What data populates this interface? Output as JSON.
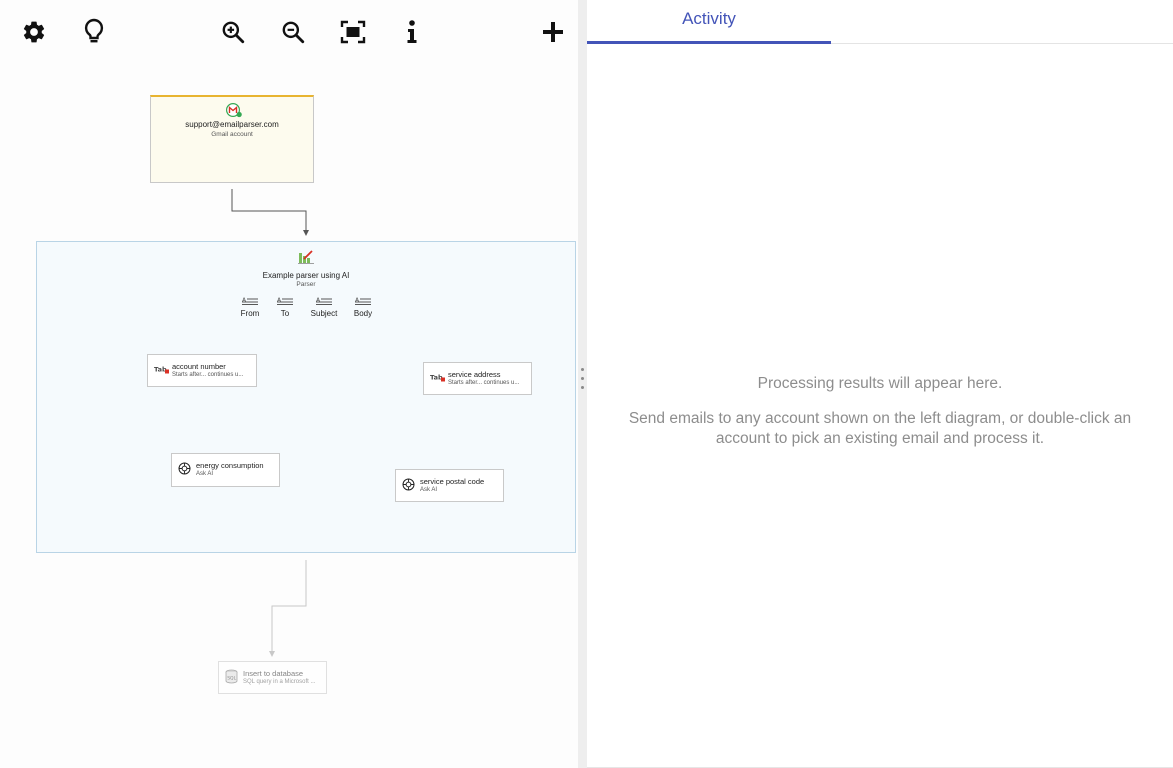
{
  "toolbar": {
    "icons": [
      "gear-icon",
      "lightbulb-icon",
      "zoom-in-icon",
      "zoom-out-icon",
      "fit-to-screen-icon",
      "info-icon",
      "plus-icon"
    ]
  },
  "diagram": {
    "email_account": {
      "title": "support@emailparser.com",
      "subtitle": "Gmail account",
      "icon": "gmail-icon"
    },
    "parser": {
      "title": "Example parser using AI",
      "subtitle": "Parser",
      "icon": "parser-icon",
      "fields": [
        {
          "label": "From"
        },
        {
          "label": "To"
        },
        {
          "label": "Subject"
        },
        {
          "label": "Body"
        }
      ],
      "rules": {
        "account_number": {
          "title": "account number",
          "subtitle": "Starts after... continues u...",
          "icon": "text-capture-icon"
        },
        "service_address": {
          "title": "service address",
          "subtitle": "Starts after... continues u...",
          "icon": "text-capture-icon"
        },
        "energy_consumption": {
          "title": "energy consumption",
          "subtitle": "Ask AI",
          "icon": "openai-icon"
        },
        "service_postal_code": {
          "title": "service postal code",
          "subtitle": "Ask AI",
          "icon": "openai-icon"
        }
      }
    },
    "database": {
      "title": "Insert to database",
      "subtitle": "SQL query in a Microsoft ...",
      "icon": "sql-database-icon"
    }
  },
  "activity": {
    "tab_label": "Activity",
    "empty_line1": "Processing results will appear here.",
    "empty_line2": "Send emails to any account shown on the left diagram, or double-click an account to pick an existing email and process it.",
    "accent_color": "#4354b8"
  }
}
